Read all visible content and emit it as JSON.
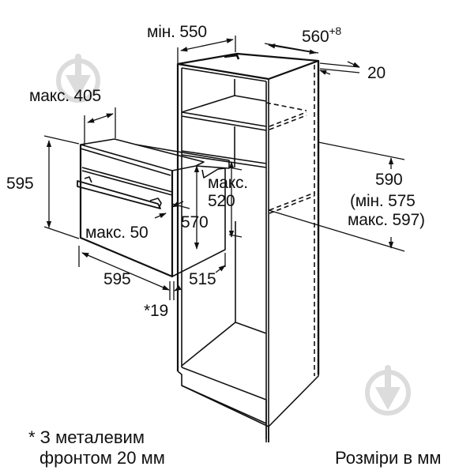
{
  "diagram": {
    "title": "Oven built-in installation dimensions",
    "colors": {
      "line": "#111111",
      "watermark": "#dcdcdc",
      "background": "#ffffff"
    },
    "labels": {
      "min_550": "мін. 550",
      "cab_width_base": "560",
      "cab_width_tol": "+8",
      "back_gap_20": "20",
      "max_405": "макс. 405",
      "oven_height_595": "595",
      "max_520_l1": "макс.",
      "max_520_l2": "520",
      "niche_590": "590",
      "niche_min": "(мін. 575",
      "niche_max": "макс. 597)",
      "oven_570": "570",
      "max_50": "макс. 50",
      "oven_width_595": "595",
      "depth_515": "515",
      "front_19": "*19"
    },
    "footnote": {
      "line1": "* З металевим",
      "line2": "фронтом 20 мм"
    },
    "units_note": "Розміри в мм",
    "watermarks": [
      {
        "icon": "trowel-logo-icon",
        "position": "top-left"
      },
      {
        "icon": "trowel-logo-icon",
        "position": "bottom-right"
      }
    ]
  }
}
